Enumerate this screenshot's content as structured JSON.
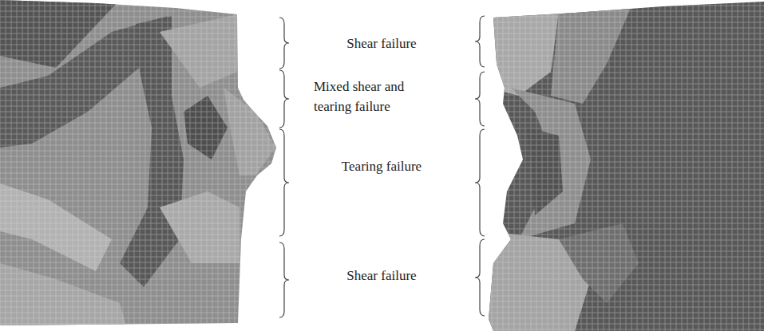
{
  "diagram": {
    "labels": [
      "Shear failure",
      "Mixed shear and tearing failure",
      "Tearing failure",
      "Shear failure"
    ]
  }
}
